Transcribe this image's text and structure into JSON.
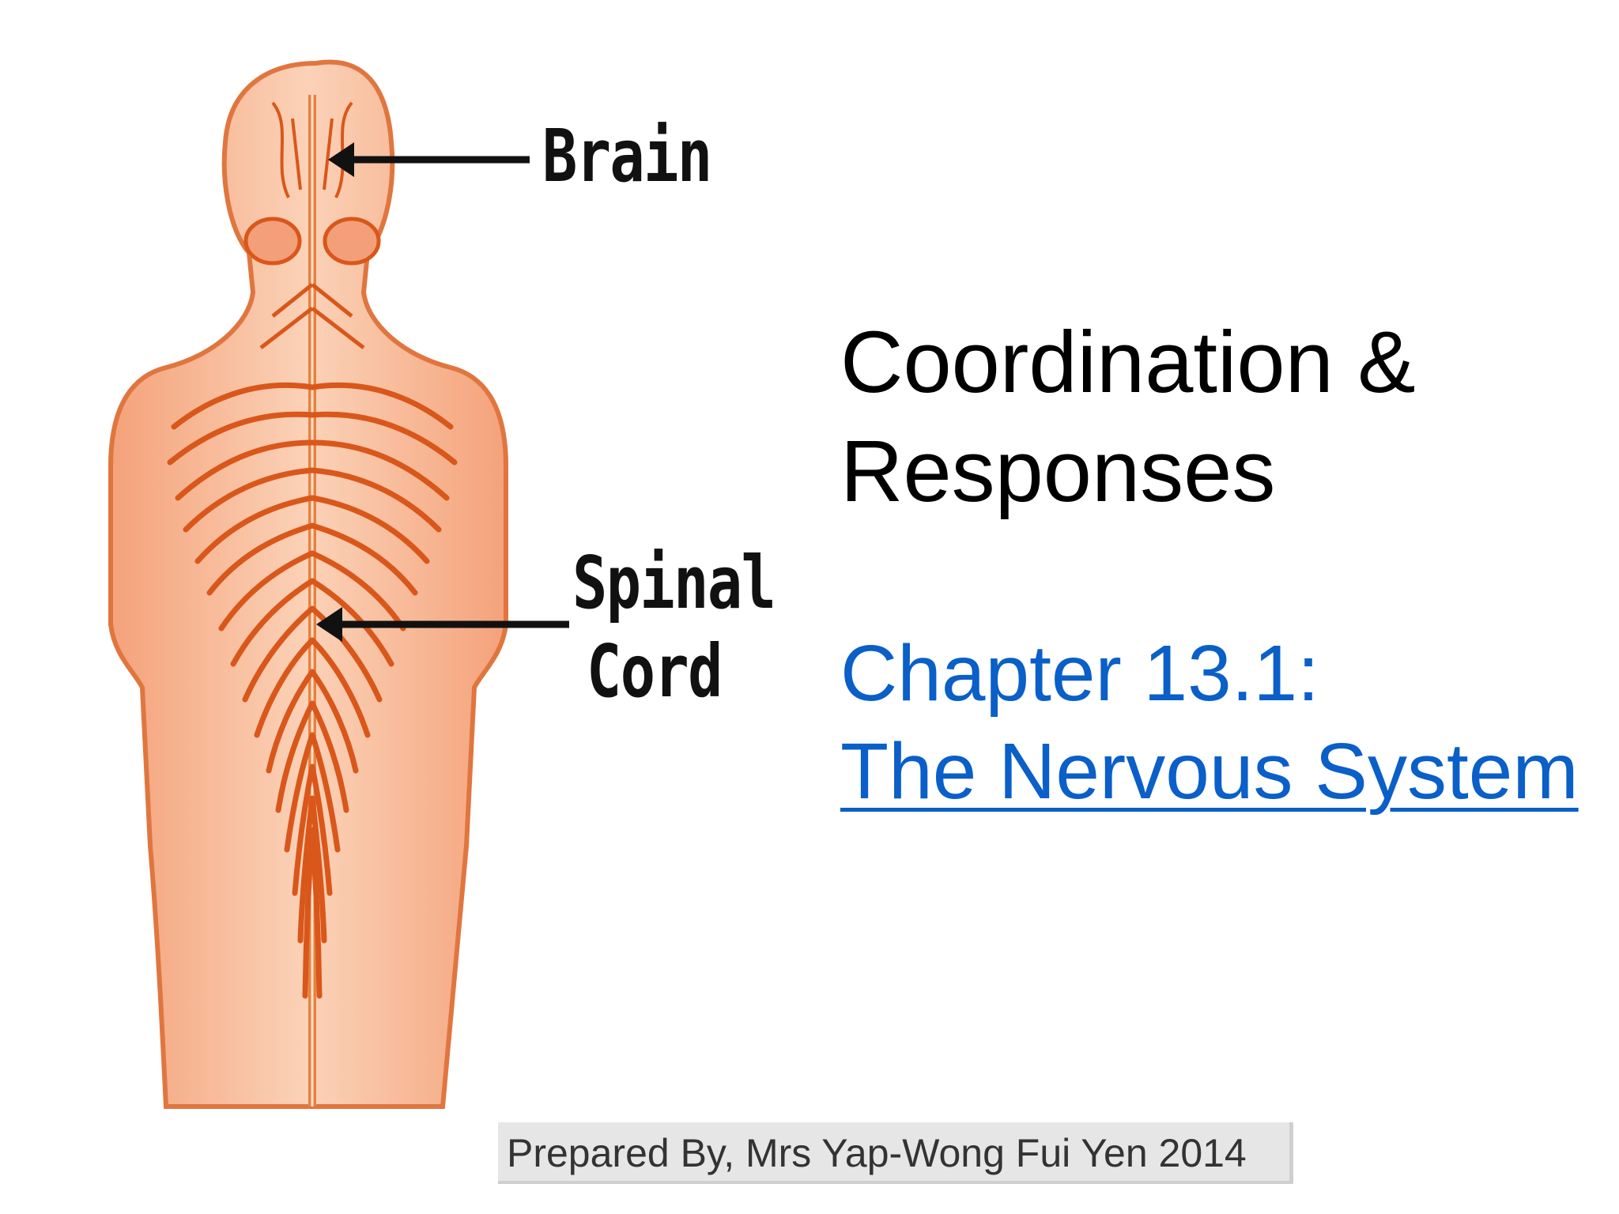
{
  "slide": {
    "title_line1": "Coordination &",
    "title_line2": "Responses",
    "subtitle_line1": "Chapter 13.1:",
    "subtitle_line2": "The Nervous System",
    "footer": "Prepared By, Mrs Yap-Wong Fui Yen 2014"
  },
  "figure": {
    "label_brain": "Brain",
    "label_spinal": "Spinal",
    "label_cord": "Cord"
  },
  "colors": {
    "title": "#000000",
    "subtitle": "#0a5fc8",
    "body_fill": "#f7b894",
    "nerve": "#d9571a",
    "footer_bg": "#e6e6e6"
  }
}
